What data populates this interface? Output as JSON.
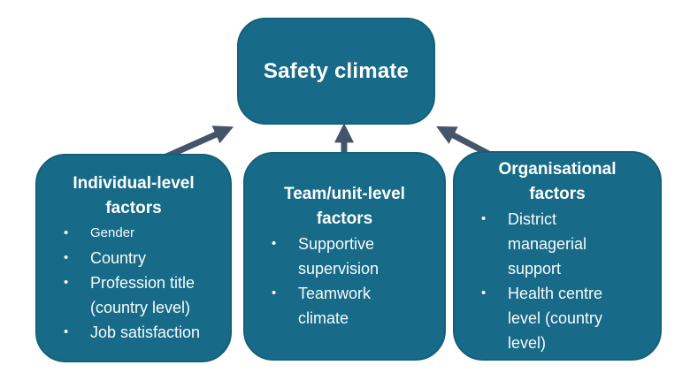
{
  "diagram": {
    "title_box": {
      "label": "Safety climate"
    },
    "factor_boxes": [
      {
        "id": "individual",
        "title": "Individual-level\nfactors",
        "bullets": [
          "Gender",
          "Country",
          "Profession title\n(country level)",
          "Job satisfaction"
        ]
      },
      {
        "id": "team",
        "title": "Team/unit-level\nfactors",
        "bullets": [
          "Supportive\nsupervision",
          "Teamwork\nclimate"
        ]
      },
      {
        "id": "organisational",
        "title": "Organisational\nfactors",
        "bullets": [
          "District\nmanagerial\nsupport",
          "Health centre\nlevel (country\nlevel)"
        ]
      }
    ],
    "bullet_glyph": "•",
    "colors": {
      "box_fill": "#176b88",
      "box_border": "#136079",
      "arrow": "#44546a",
      "text": "#ffffff",
      "background": "#ffffff"
    }
  }
}
